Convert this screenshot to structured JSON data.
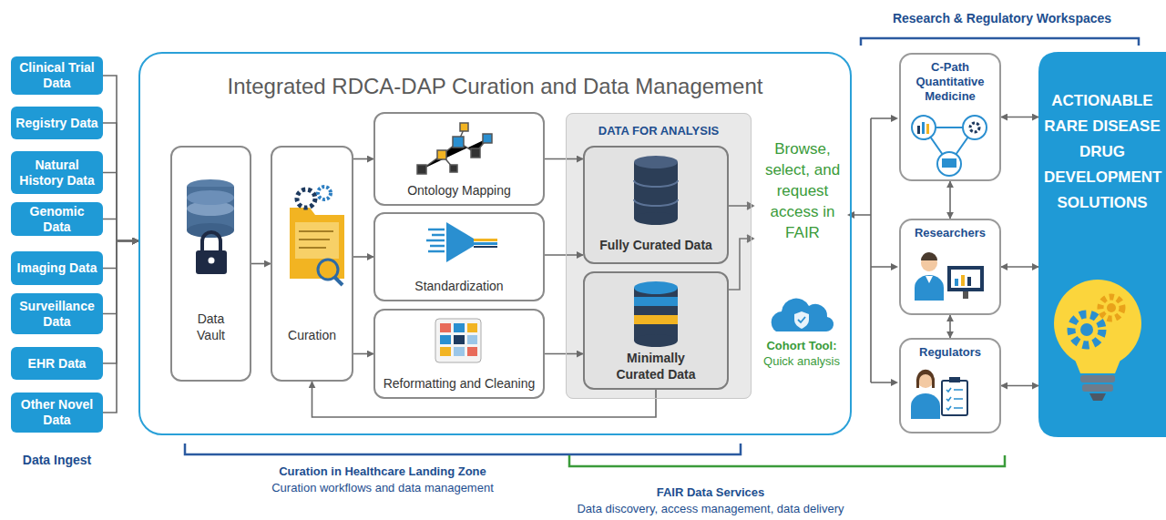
{
  "diagram": {
    "nodes": [
      {
        "text": [
          "Clinical Trial Data"
        ]
      },
      {
        "text": [
          "Registry Data"
        ]
      },
      {
        "text": [
          "Natural History Data"
        ]
      },
      {
        "text": [
          "Genomic Data"
        ]
      },
      {
        "text": [
          "Imaging Data"
        ]
      },
      {
        "text": [
          "Surveillance Data"
        ]
      },
      {
        "text": [
          "EHR Data"
        ]
      },
      {
        "text": [
          "Other Novel Data"
        ]
      },
      {
        "text": [
          "Integrated RDCA-DAP Curation and Data Management"
        ]
      },
      {
        "text": [
          "Data Vault"
        ],
        "in": 8
      },
      {
        "text": [
          "Curation"
        ],
        "in": 8
      },
      {
        "text": [
          "Ontology Mapping"
        ],
        "in": 8
      },
      {
        "text": [
          "Standardization"
        ],
        "in": 8
      },
      {
        "text": [
          "Reformatting and Cleaning"
        ],
        "in": 8
      },
      {
        "text": [
          "DATA FOR ANALYSIS"
        ],
        "in": 8
      },
      {
        "text": [
          "Fully Curated Data"
        ],
        "in": 14
      },
      {
        "text": [
          "Minimally Curated Data"
        ],
        "in": 14
      },
      {
        "text": [
          "C-Path Quantitative Medicine"
        ]
      },
      {
        "text": [
          "Researchers"
        ]
      },
      {
        "text": [
          "Regulators"
        ]
      },
      {
        "text": [
          "ACTIONABLE RARE DISEASE DRUG DEVELOPMENT SOLUTIONS"
        ]
      }
    ],
    "edges": [
      {
        "from": 0,
        "to": 8,
        "arrow": "to"
      },
      {
        "from": 1,
        "to": 8,
        "arrow": "to"
      },
      {
        "from": 2,
        "to": 8,
        "arrow": "to"
      },
      {
        "from": 3,
        "to": 8,
        "arrow": "to"
      },
      {
        "from": 4,
        "to": 8,
        "arrow": "to"
      },
      {
        "from": 5,
        "to": 8,
        "arrow": "to"
      },
      {
        "from": 6,
        "to": 8,
        "arrow": "to"
      },
      {
        "from": 7,
        "to": 8,
        "arrow": "to"
      },
      {
        "from": 9,
        "to": 10,
        "arrow": "to"
      },
      {
        "from": 10,
        "to": 11,
        "arrow": "to"
      },
      {
        "from": 10,
        "to": 12,
        "arrow": "to"
      },
      {
        "from": 10,
        "to": 13,
        "arrow": "to"
      },
      {
        "from": 11,
        "to": 15,
        "arrow": "to"
      },
      {
        "from": 12,
        "to": 15,
        "arrow": "to"
      },
      {
        "from": 13,
        "to": 16,
        "arrow": "to"
      },
      {
        "from": 16,
        "to": 10,
        "arrow": "to"
      },
      {
        "from": 17,
        "to": 18,
        "arrow": "both"
      },
      {
        "from": 18,
        "to": 19,
        "arrow": "both"
      },
      {
        "from": 17,
        "to": 20,
        "arrow": "both"
      },
      {
        "from": 18,
        "to": 20,
        "arrow": "both"
      },
      {
        "from": 19,
        "to": 20,
        "arrow": "both"
      }
    ],
    "labels": [
      "Data Ingest",
      "Browse, select, and request access in FAIR",
      "Cohort Tool:",
      "Quick analysis",
      "Research & Regulatory Workspaces",
      "Curation in Healthcare Landing Zone",
      "Curation workflows and data management",
      "FAIR Data Services",
      "Data discovery, access management, data delivery"
    ]
  }
}
